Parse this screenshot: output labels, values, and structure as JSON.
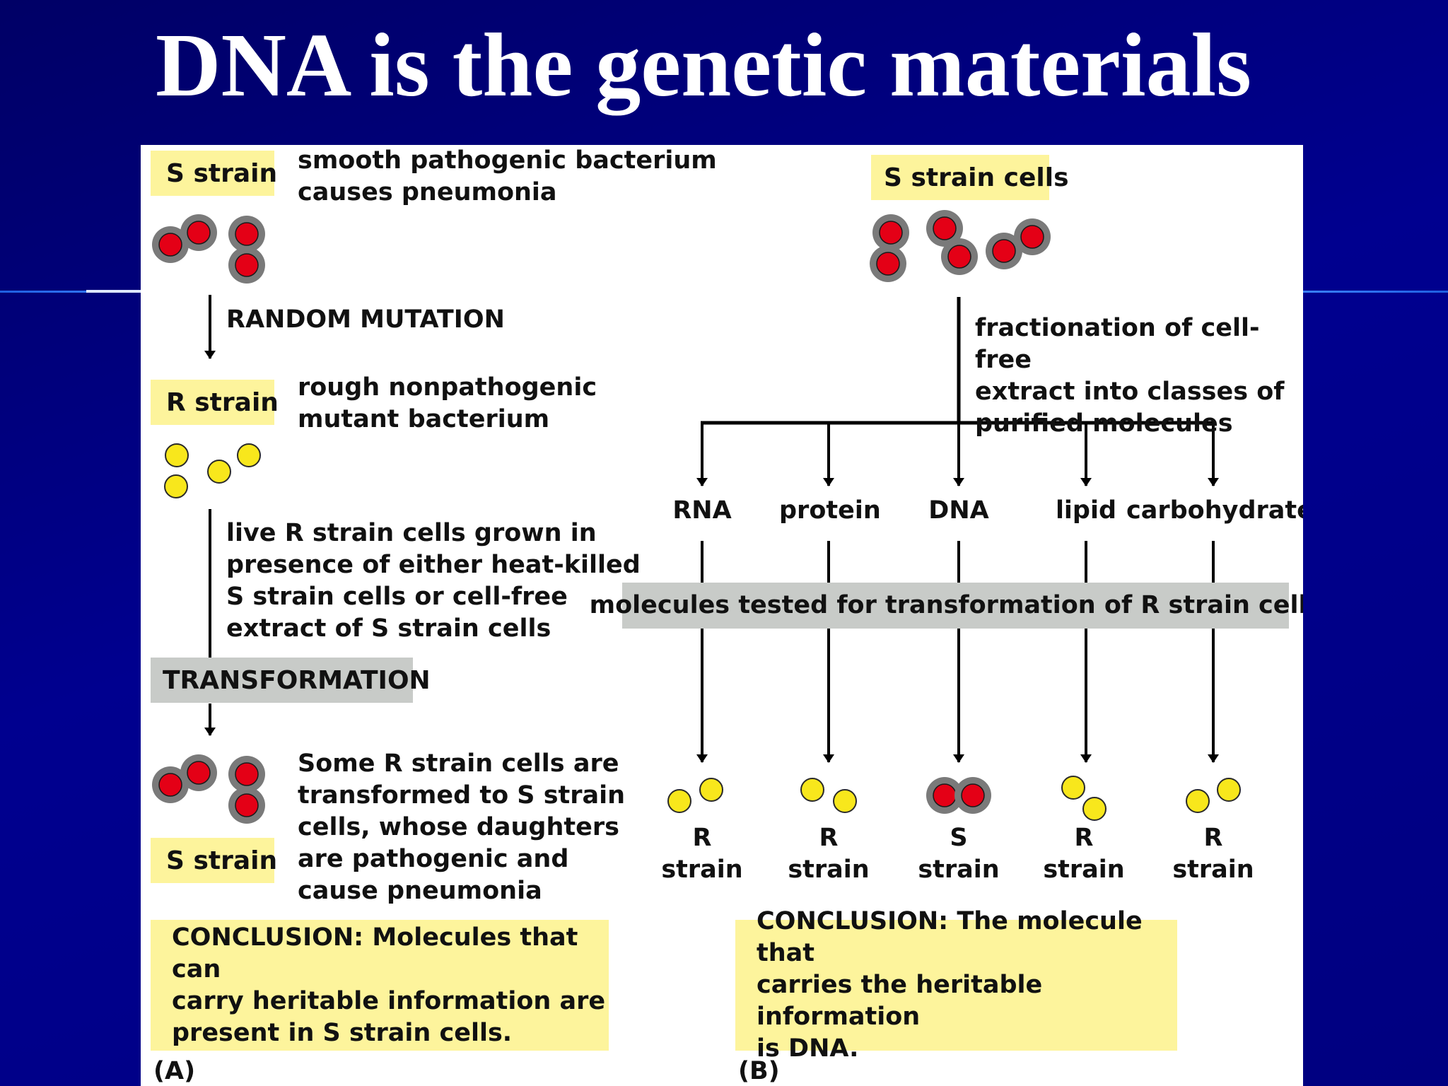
{
  "slide": {
    "title": "DNA is the genetic materials",
    "background_color": "#000080",
    "title_color": "#ffffff"
  },
  "colors": {
    "s_cell_fill": "#e40016",
    "s_cell_capsule": "#7a7a7a",
    "r_cell_fill": "#f8e71c",
    "label_yellow": "#fdf49c",
    "label_grey": "#c8cbc8"
  },
  "panel_a": {
    "s_strain_top_label": "S strain",
    "s_strain_description": "smooth pathogenic bacterium\ncauses pneumonia",
    "random_mutation_label": "RANDOM MUTATION",
    "r_strain_label": "R strain",
    "r_strain_description": "rough nonpathogenic\nmutant bacterium",
    "growth_description": "live R strain cells grown in\npresence of either heat-killed\nS strain cells or cell-free\nextract of S strain cells",
    "transformation_label": "TRANSFORMATION",
    "result_description": "Some R strain cells are\ntransformed to S strain\ncells, whose daughters\nare pathogenic and\ncause pneumonia",
    "s_strain_bottom_label": "S strain",
    "conclusion": "CONCLUSION: Molecules that can\ncarry heritable information are\npresent in S strain cells.",
    "panel_letter": "(A)"
  },
  "panel_b": {
    "s_strain_cells_label": "S strain cells",
    "fractionation_description": "fractionation of cell-free\nextract into classes of\npurified molecules",
    "fractions": [
      {
        "name": "RNA",
        "result_letter": "R",
        "result_word": "strain"
      },
      {
        "name": "protein",
        "result_letter": "R",
        "result_word": "strain"
      },
      {
        "name": "DNA",
        "result_letter": "S",
        "result_word": "strain"
      },
      {
        "name": "lipid",
        "result_letter": "R",
        "result_word": "strain"
      },
      {
        "name": "carbohydrate",
        "result_letter": "R",
        "result_word": "strain"
      }
    ],
    "test_label": "molecules tested for transformation of R strain cells",
    "conclusion": "CONCLUSION: The molecule that\ncarries the heritable information\nis DNA.",
    "panel_letter": "(B)"
  }
}
